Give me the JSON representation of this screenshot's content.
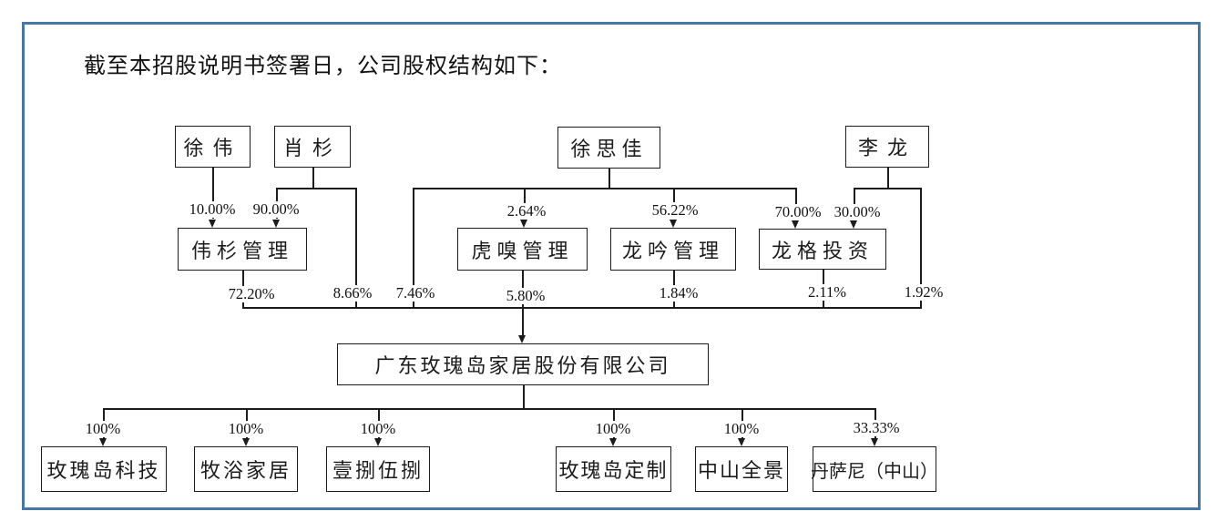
{
  "title": "截至本招股说明书签署日，公司股权结构如下：",
  "frame_color": "#4577a9",
  "line_color": "#1c1c1c",
  "nodes": {
    "shareholders": [
      "徐伟",
      "肖杉",
      "徐思佳",
      "李龙"
    ],
    "intermediate_entities": [
      "伟杉管理",
      "虎嗅管理",
      "龙吟管理",
      "龙格投资"
    ],
    "company": "广东玫瑰岛家居股份有限公司",
    "subsidiaries": [
      "玫瑰岛科技",
      "牧浴家居",
      "壹捌伍捌",
      "玫瑰岛定制",
      "中山全景",
      "丹萨尼（中山）"
    ]
  },
  "edges": [
    {
      "from": "徐伟",
      "to": "伟杉管理",
      "pct": "10.00%"
    },
    {
      "from": "肖杉",
      "to": "伟杉管理",
      "pct": "90.00%"
    },
    {
      "from": "徐思佳",
      "to": "虎嗅管理",
      "pct": "2.64%"
    },
    {
      "from": "徐思佳",
      "to": "龙吟管理",
      "pct": "56.22%"
    },
    {
      "from": "徐思佳",
      "to": "龙格投资",
      "pct": "70.00%"
    },
    {
      "from": "李龙",
      "to": "龙格投资",
      "pct": "30.00%"
    },
    {
      "from": "伟杉管理",
      "to": "广东玫瑰岛家居股份有限公司",
      "pct": "72.20%"
    },
    {
      "from": "肖杉",
      "to": "广东玫瑰岛家居股份有限公司",
      "pct": "8.66%"
    },
    {
      "from": "徐思佳",
      "to": "广东玫瑰岛家居股份有限公司",
      "pct": "7.46%"
    },
    {
      "from": "虎嗅管理",
      "to": "广东玫瑰岛家居股份有限公司",
      "pct": "5.80%"
    },
    {
      "from": "龙吟管理",
      "to": "广东玫瑰岛家居股份有限公司",
      "pct": "1.84%"
    },
    {
      "from": "龙格投资",
      "to": "广东玫瑰岛家居股份有限公司",
      "pct": "2.11%"
    },
    {
      "from": "李龙",
      "to": "广东玫瑰岛家居股份有限公司",
      "pct": "1.92%"
    },
    {
      "from": "广东玫瑰岛家居股份有限公司",
      "to": "玫瑰岛科技",
      "pct": "100%"
    },
    {
      "from": "广东玫瑰岛家居股份有限公司",
      "to": "牧浴家居",
      "pct": "100%"
    },
    {
      "from": "广东玫瑰岛家居股份有限公司",
      "to": "壹捌伍捌",
      "pct": "100%"
    },
    {
      "from": "广东玫瑰岛家居股份有限公司",
      "to": "玫瑰岛定制",
      "pct": "100%"
    },
    {
      "from": "广东玫瑰岛家居股份有限公司",
      "to": "中山全景",
      "pct": "100%"
    },
    {
      "from": "广东玫瑰岛家居股份有限公司",
      "to": "丹萨尼（中山）",
      "pct": "33.33%"
    }
  ]
}
